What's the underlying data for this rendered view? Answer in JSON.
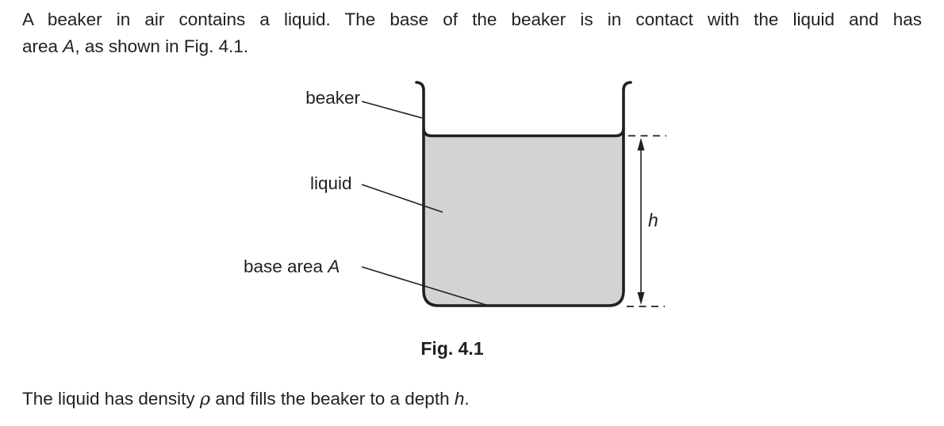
{
  "page": {
    "background": "#ffffff",
    "text_color": "#231f20"
  },
  "intro": {
    "line1": "A beaker in air contains a liquid. The base of the beaker is in contact with the liquid and has",
    "line2": [
      {
        "t": "area "
      },
      {
        "t": "A",
        "i": true
      },
      {
        "t": ", as shown in Fig. 4.1."
      }
    ]
  },
  "figure": {
    "caption": "Fig. 4.1",
    "labels": {
      "beaker": "beaker",
      "liquid": "liquid",
      "base_area": [
        {
          "t": "base area "
        },
        {
          "t": "A",
          "i": true
        }
      ],
      "depth": [
        {
          "t": "h",
          "i": true
        }
      ]
    },
    "colors": {
      "liquid_fill": "#d1d3d4",
      "line": "#231f20"
    }
  },
  "closing": [
    {
      "t": "The liquid has density "
    },
    {
      "t": "ρ",
      "i": true,
      "g": true
    },
    {
      "t": " and fills the beaker to a depth "
    },
    {
      "t": "h",
      "i": true
    },
    {
      "t": "."
    }
  ]
}
